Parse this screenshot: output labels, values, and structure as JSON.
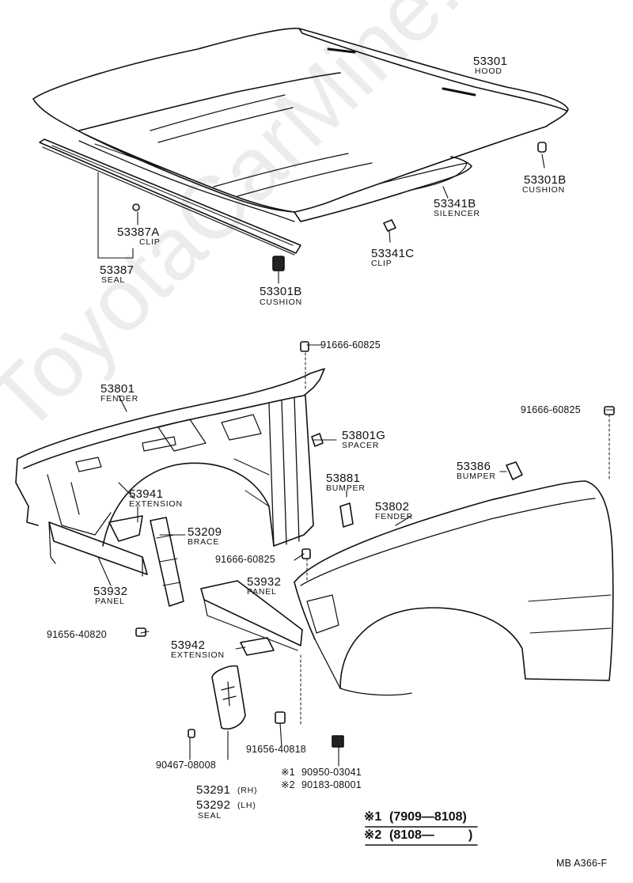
{
  "watermark": "ToyotaCarMine.ru",
  "hood_group": {
    "hood": {
      "num": "53301",
      "name": "HOOD"
    },
    "cushion_right": {
      "num": "53301B",
      "name": "CUSHION"
    },
    "silencer": {
      "num": "53341B",
      "name": "SILENCER"
    },
    "clip_right": {
      "num": "53341C",
      "name": "CLIP"
    },
    "cushion_center": {
      "num": "53301B",
      "name": "CUSHION"
    },
    "clip_left": {
      "num": "53387A",
      "name": "CLIP"
    },
    "seal": {
      "num": "53387",
      "name": "SEAL"
    }
  },
  "fender_group": {
    "bolt_top": "91666-60825",
    "bolt_right": "91666-60825",
    "bolt_mid": "91666-60825",
    "fender_left": {
      "num": "53801",
      "name": "FENDER"
    },
    "spacer": {
      "num": "53801G",
      "name": "SPACER"
    },
    "bumper_right": {
      "num": "53386",
      "name": "BUMPER"
    },
    "bumper_mid": {
      "num": "53881",
      "name": "BUMPER"
    },
    "fender_right": {
      "num": "53802",
      "name": "FENDER"
    },
    "extension_upper": {
      "num": "53941",
      "name": "EXTENSION"
    },
    "brace": {
      "num": "53209",
      "name": "BRACE"
    },
    "panel_left": {
      "num": "53932",
      "name": "PANEL"
    },
    "panel_right": {
      "num": "53932",
      "name": "PANEL"
    },
    "screw_left": "91656-40820",
    "extension_lower": {
      "num": "53942",
      "name": "EXTENSION"
    },
    "screw_bottom": "91656-40818",
    "grommet": "90467-08008",
    "seal_rh": {
      "num": "53291",
      "side": "(RH)"
    },
    "seal_lh": {
      "num": "53292",
      "side": "(LH)",
      "name": "SEAL"
    },
    "alt1": {
      "mark": "※1",
      "num": "90950-03041"
    },
    "alt2": {
      "mark": "※2",
      "num": "90183-08001"
    }
  },
  "legend": {
    "row1_mark": "※1",
    "row1_range": "(7909—8108)",
    "row2_mark": "※2",
    "row2_range": "(8108—",
    "row2_close": ")"
  },
  "code": "MB  A366-F"
}
